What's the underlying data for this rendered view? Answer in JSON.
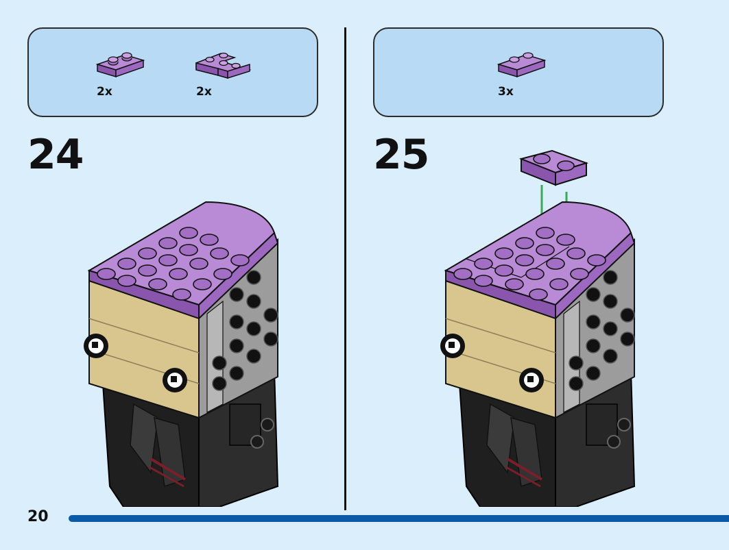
{
  "page": {
    "number": "20"
  },
  "colors": {
    "background": "#dbeefb",
    "parts_panel": "#b8daf4",
    "lavender": "#a36fc4",
    "tan": "#d9c68f",
    "black": "#1b1b1b",
    "dark_gray": "#3a3a3a",
    "arrow": "#3aa855",
    "progress": "#0a5aa8"
  },
  "steps": [
    {
      "number": "24",
      "parts": [
        {
          "name": "plate-1x2-lavender",
          "qty": "2x"
        },
        {
          "name": "plate-2x2-corner-lavender",
          "qty": "2x"
        }
      ]
    },
    {
      "number": "25",
      "parts": [
        {
          "name": "plate-1x2-lavender",
          "qty": "3x"
        }
      ]
    }
  ],
  "progress": {
    "fraction": 1.0
  }
}
